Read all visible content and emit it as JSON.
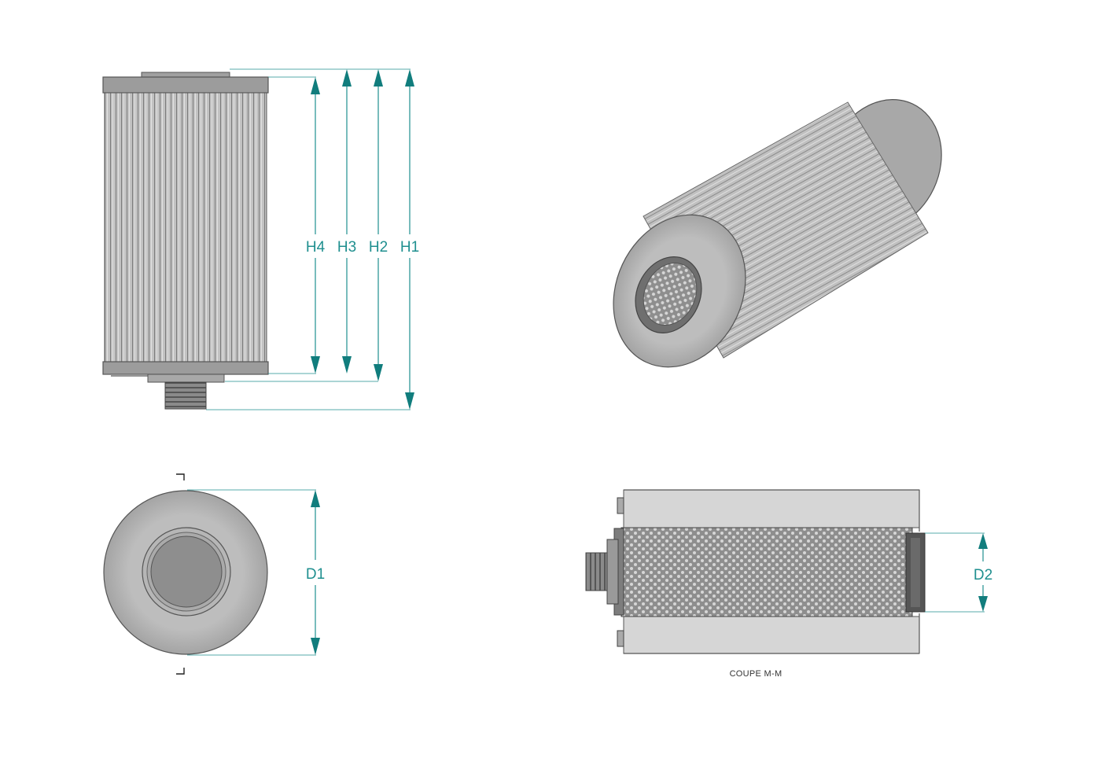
{
  "dimensions": {
    "h1": "H1",
    "h2": "H2",
    "h3": "H3",
    "h4": "H4",
    "d1": "D1",
    "d2": "D2"
  },
  "section_caption": "COUPE M-M",
  "colors": {
    "dimension": "#1f8f8f",
    "arrow": "#117d7d",
    "body": "#b4b4b4",
    "cap": "#9a9a9a",
    "outline": "#555555"
  }
}
